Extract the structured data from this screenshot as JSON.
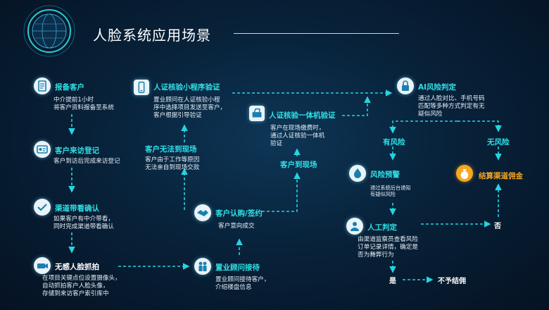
{
  "title": "人脸系统应用场景",
  "colors": {
    "accent": "#2fe0e6",
    "connector": "#27d3e0",
    "highlight": "#f5a623",
    "text": "#e6eef5"
  },
  "nodes": {
    "report": {
      "label": "报备客户",
      "desc": "中介提前1小时\n将客户资料报备至系统",
      "icon": "document-icon"
    },
    "visit_register": {
      "label": "客户来访登记",
      "desc": "客户到访后完成来访登记",
      "icon": "id-card-icon"
    },
    "channel_confirm": {
      "label": "渠道带看确认",
      "desc": "如果客户有中介带看，\n同时完成渠道带看确认",
      "icon": "check-icon"
    },
    "face_capture": {
      "label": "无感人脸抓拍",
      "desc": "在项目关键点位设置摄像头，\n自动抓拍客户人脸头像，\n存储到来访客户索引库中",
      "icon": "camera-icon"
    },
    "consultant": {
      "label": "置业顾问接待",
      "desc": "置业顾问接待客户，\n介绍楼盘信息",
      "icon": "people-icon"
    },
    "subscribe": {
      "label": "客户认购/签约",
      "desc": "客户意向成交",
      "icon": "handshake-icon"
    },
    "cannot_visit": {
      "label": "客户无法到现场",
      "desc": "客户由于工作等原因\n无法亲自到现场交款"
    },
    "mini_verify": {
      "label": "人证核验小程序验证",
      "desc": "置业顾问在人证核验小程\n序中选择项目发送至客户，\n客户根据引导验证",
      "icon": "phone-icon"
    },
    "at_site": {
      "label": "客户到现场"
    },
    "machine_verify": {
      "label": "人证核验一体机验证",
      "desc": "客户在现场缴费时，\n通过人证核验一体机\n验证",
      "icon": "scanner-icon"
    },
    "ai_risk": {
      "label": "AI风险判定",
      "desc": "通过人脸对比、手机号码\n匹配等多种方式判定有无\n疑似风险",
      "icon": "lock-icon"
    },
    "has_risk": {
      "label": "有风险"
    },
    "no_risk": {
      "label": "无风险"
    },
    "risk_alert": {
      "label": "风险预警",
      "desc": "通过系统后台通知\n有疑似风险",
      "icon": "alert-icon"
    },
    "settle": {
      "label": "结算渠道佣金",
      "icon": "money-bag-icon"
    },
    "manual": {
      "label": "人工判定",
      "desc": "由渠道监察员查看风险\n订单记录详情，确定是\n否为舞弊行为",
      "icon": "person-icon"
    },
    "no": {
      "label": "否"
    },
    "yes": {
      "label": "是"
    },
    "no_commission": {
      "label": "不予结佣"
    }
  }
}
